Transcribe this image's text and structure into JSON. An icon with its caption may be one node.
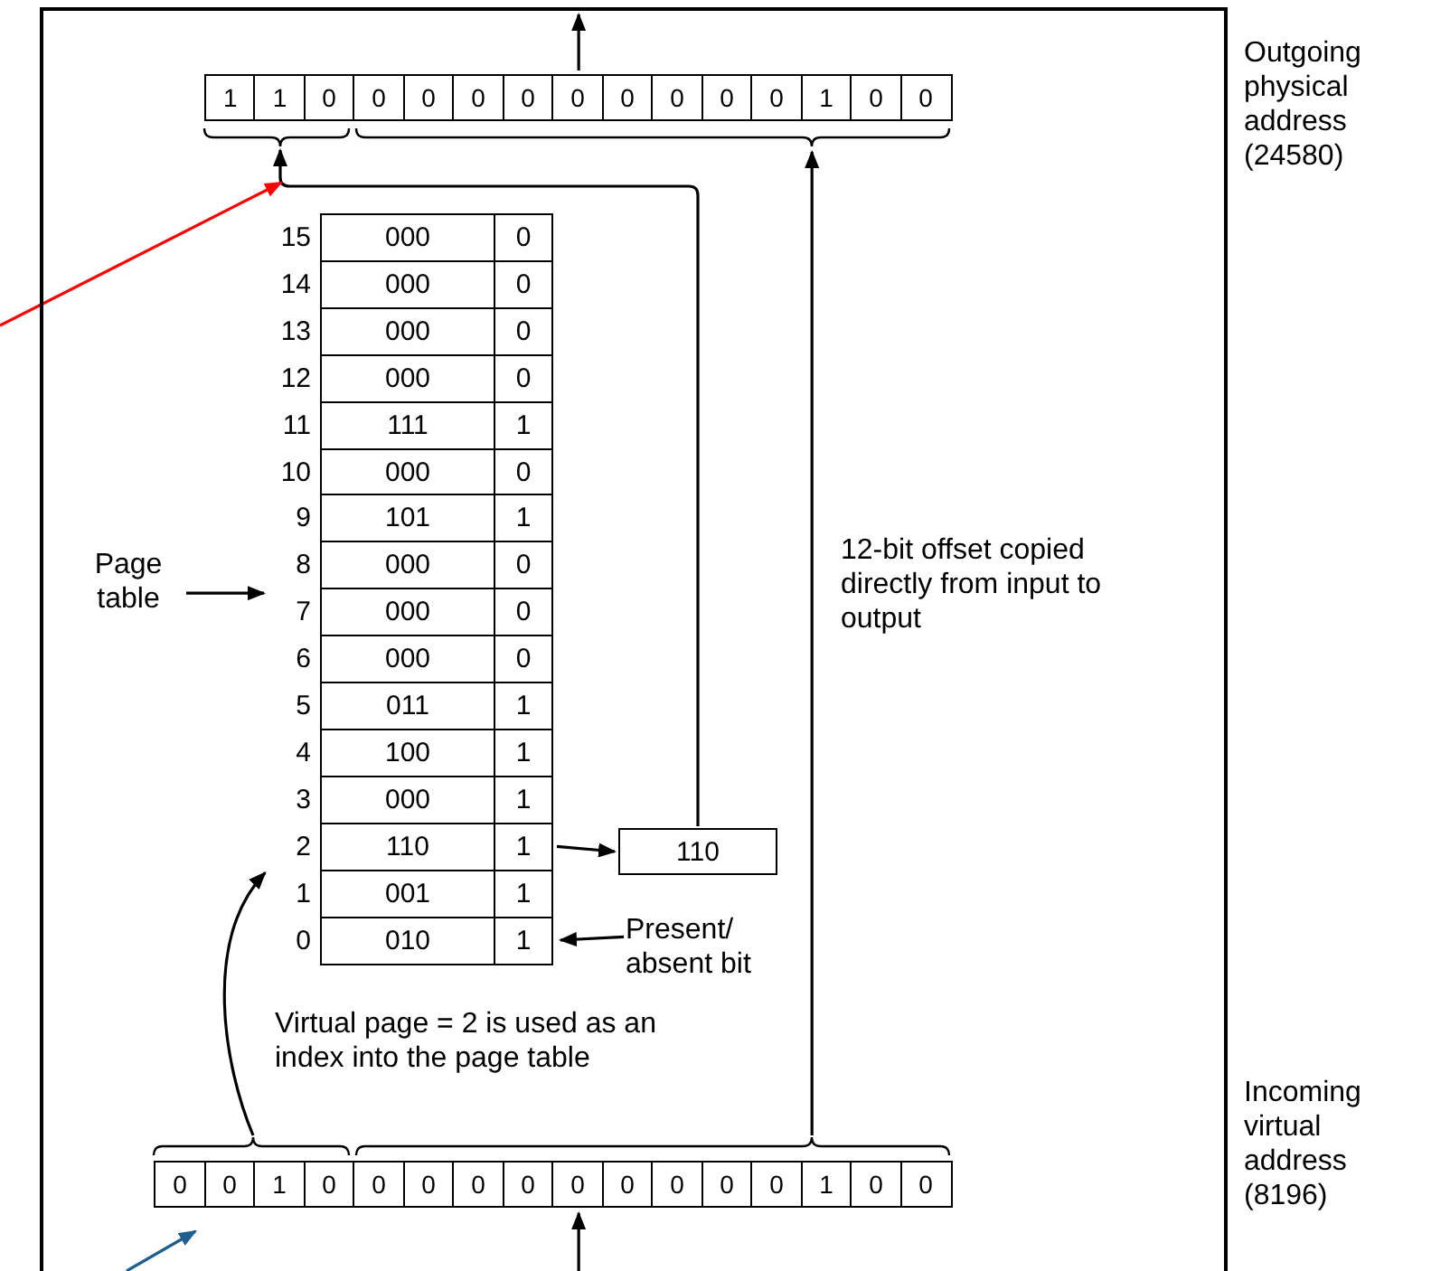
{
  "diagram": {
    "nodes": [
      {
        "text": [],
        "shape": "box"
      },
      {
        "text": [
          "1",
          "1",
          "0"
        ],
        "in": 0
      },
      {
        "text": [
          "0",
          "0",
          "0",
          "0",
          "0",
          "0",
          "0",
          "0",
          "0",
          "1",
          "0",
          "0"
        ],
        "in": 0
      },
      {
        "text": [],
        "shape": "box",
        "in": 0
      },
      {
        "text": [
          "Page table"
        ],
        "in": 0
      },
      {
        "text": [
          "000",
          "0"
        ],
        "beside": [
          "15"
        ],
        "in": 3
      },
      {
        "text": [
          "000",
          "0"
        ],
        "beside": [
          "14"
        ],
        "in": 3
      },
      {
        "text": [
          "000",
          "0"
        ],
        "beside": [
          "13"
        ],
        "in": 3
      },
      {
        "text": [
          "000",
          "0"
        ],
        "beside": [
          "12"
        ],
        "in": 3
      },
      {
        "text": [
          "111",
          "1"
        ],
        "beside": [
          "11"
        ],
        "in": 3
      },
      {
        "text": [
          "000",
          "0"
        ],
        "beside": [
          "10"
        ],
        "in": 3
      },
      {
        "text": [
          "101",
          "1"
        ],
        "beside": [
          "9"
        ],
        "in": 3
      },
      {
        "text": [
          "000",
          "0"
        ],
        "beside": [
          "8"
        ],
        "in": 3
      },
      {
        "text": [
          "000",
          "0"
        ],
        "beside": [
          "7"
        ],
        "in": 3
      },
      {
        "text": [
          "000",
          "0"
        ],
        "beside": [
          "6"
        ],
        "in": 3
      },
      {
        "text": [
          "011",
          "1"
        ],
        "beside": [
          "5"
        ],
        "in": 3
      },
      {
        "text": [
          "100",
          "1"
        ],
        "beside": [
          "4"
        ],
        "in": 3
      },
      {
        "text": [
          "000",
          "1"
        ],
        "beside": [
          "3"
        ],
        "in": 3
      },
      {
        "text": [
          "110",
          "1"
        ],
        "beside": [
          "2"
        ],
        "in": 3
      },
      {
        "text": [
          "001",
          "1"
        ],
        "beside": [
          "1"
        ],
        "in": 3
      },
      {
        "text": [
          "010",
          "1"
        ],
        "beside": [
          "0"
        ],
        "in": 3
      },
      {
        "text": [
          "Present/ absent bit"
        ],
        "in": 0
      },
      {
        "text": [
          "110"
        ],
        "in": 0
      },
      {
        "text": [
          "0",
          "0",
          "1",
          "0"
        ],
        "in": 0
      },
      {
        "text": [
          "0",
          "0",
          "0",
          "0",
          "0",
          "0",
          "0",
          "0",
          "0",
          "1",
          "0",
          "0"
        ],
        "in": 0
      }
    ],
    "edges": [
      {
        "from": 2,
        "to": null,
        "arrow": "to"
      },
      {
        "from": null,
        "to": 24,
        "arrow": "to"
      },
      {
        "from": 23,
        "to": 18,
        "arrow": "to",
        "label": "Virtual page = 2 is used as an index into the page table"
      },
      {
        "from": 18,
        "to": 22,
        "arrow": "to"
      },
      {
        "from": 22,
        "to": 1,
        "arrow": "to"
      },
      {
        "from": 24,
        "to": 2,
        "arrow": "to",
        "label": "12-bit offset copied directly from input to output"
      },
      {
        "from": 4,
        "to": 3,
        "arrow": "to"
      },
      {
        "from": 21,
        "to": 20,
        "arrow": "to"
      },
      {
        "from": null,
        "to": 1,
        "arrow": "to",
        "color": "#ff0000"
      },
      {
        "from": null,
        "to": 23,
        "arrow": "to",
        "color": "#1f5f8f"
      }
    ],
    "labels": [
      "Outgoing physical address (24580)",
      "Incoming virtual address (8196)"
    ]
  }
}
